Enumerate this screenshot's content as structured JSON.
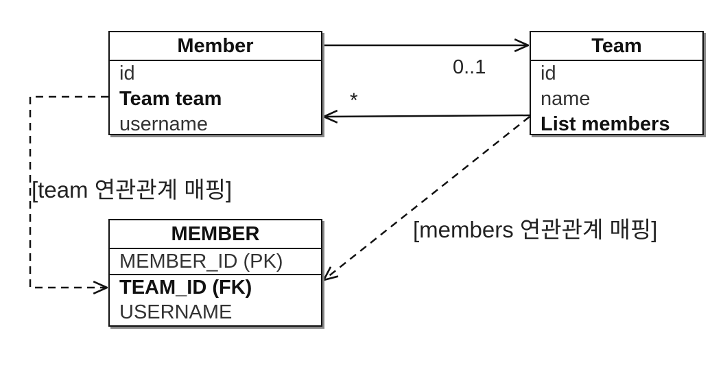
{
  "member_class": {
    "name": "Member",
    "fields": [
      "id",
      "Team team",
      "username"
    ]
  },
  "team_class": {
    "name": "Team",
    "fields": [
      "id",
      "name",
      "List members"
    ]
  },
  "member_table": {
    "name": "MEMBER",
    "pk": "MEMBER_ID (PK)",
    "fk": "TEAM_ID (FK)",
    "col": "USERNAME"
  },
  "associations": {
    "member_to_team_multiplicity": "0..1",
    "team_to_member_multiplicity": "*"
  },
  "mappings": {
    "team_mapping_label": "[team 연관관계 매핑]",
    "members_mapping_label": "[members 연관관계 매핑]"
  }
}
